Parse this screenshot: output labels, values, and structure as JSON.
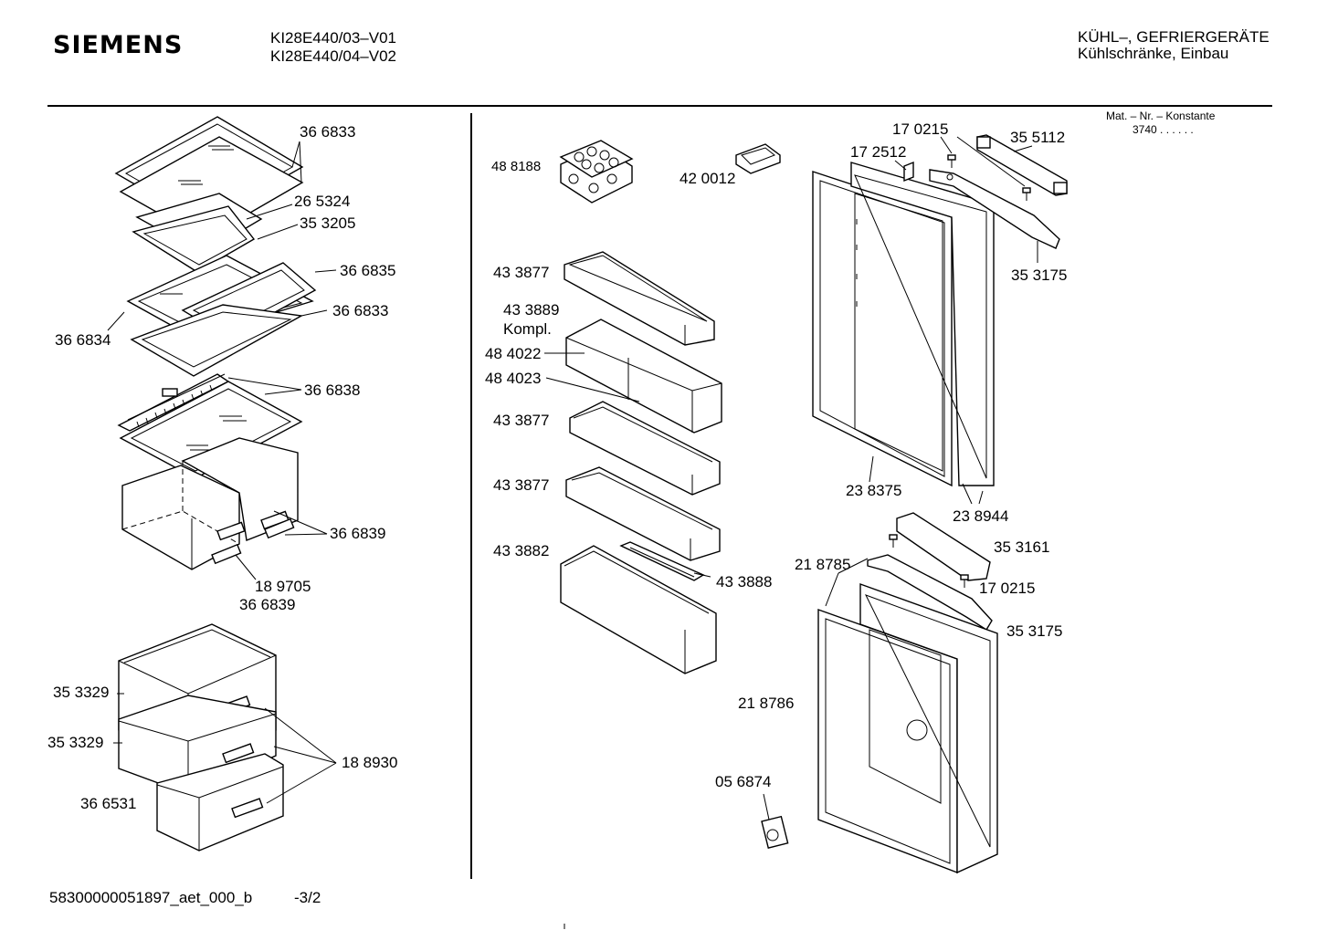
{
  "header": {
    "brand": "SIEMENS",
    "model_line_1": "KI28E440/03–V01",
    "model_line_2": "KI28E440/04–V02",
    "category_line_1": "KÜHL–, GEFRIERGERÄTE",
    "category_line_2": "Kühlschränke, Einbau"
  },
  "constants": {
    "label": "Mat. – Nr. – Konstante",
    "value": "3740  .  .  .  .  .  ."
  },
  "footer": {
    "document_id": "58300000051897_aet_000_b",
    "page": "-3/2"
  },
  "left_group": {
    "p_366833_a": "36 6833",
    "p_265324": "26 5324",
    "p_353205": "35 3205",
    "p_366835": "36 6835",
    "p_366833_b": "36 6833",
    "p_366834": "36 6834",
    "p_366838": "36 6838",
    "p_366839_a": "36 6839",
    "p_189705": "18 9705",
    "p_366839_b": "36 6839",
    "p_353329_a": "35 3329",
    "p_353329_b": "35 3329",
    "p_188930": "18 8930",
    "p_366531": "36 6531"
  },
  "middle_group": {
    "p_488188": "48 8188",
    "p_420012": "42 0012",
    "p_433877_a": "43 3877",
    "p_433889": "43 3889",
    "p_kompl": "Kompl.",
    "p_484022": "48 4022",
    "p_484023": "48 4023",
    "p_433877_b": "43 3877",
    "p_433877_c": "43 3877",
    "p_433882": "43 3882",
    "p_433888": "43 3888"
  },
  "right_group": {
    "p_170215_a": "17 0215",
    "p_355112": "35 5112",
    "p_172512": "17 2512",
    "p_353175_a": "35 3175",
    "p_238375": "23 8375",
    "p_238944": "23 8944",
    "p_353161": "35 3161",
    "p_218785": "21 8785",
    "p_170215_b": "17 0215",
    "p_353175_b": "35 3175",
    "p_218786": "21 8786",
    "p_056874": "05 6874"
  }
}
